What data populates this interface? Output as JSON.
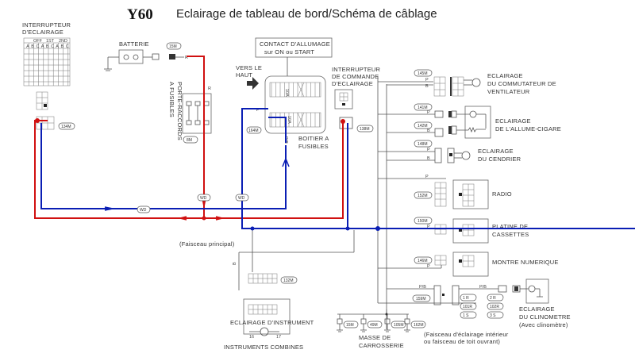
{
  "header": {
    "model": "Y60",
    "title": "Eclairage de tableau de bord/Schéma de câblage"
  },
  "components": {
    "light_switch": {
      "label_line1": "INTERRUPTEUR",
      "label_line2": "D'ECLAIRAGE",
      "connector": "134M",
      "table_headers": [
        "OFF",
        "1ST",
        "2ND"
      ],
      "table_subheaders": [
        "A",
        "B",
        "C",
        "A",
        "B",
        "C",
        "A",
        "B",
        "C"
      ]
    },
    "battery": {
      "label": "BATTERIE",
      "connector": "15M",
      "wire": "R"
    },
    "fuse_block_link": {
      "label_line1": "PORTE-RACCORDS",
      "label_line2": "A FUSIBLES",
      "connector": "8M",
      "wire": "R"
    },
    "ignition": {
      "label_line1": "CONTACT D'ALLUMAGE",
      "label_line2": "sur ON ou START"
    },
    "up_arrow_note": {
      "line1": "VERS LE",
      "line2": "HAUT"
    },
    "fuse_box": {
      "label_line1": "BOITIER A",
      "label_line2": "FUSIBLES",
      "fuse_upper": "10A",
      "fuse_lower": "10A",
      "connector": "164M",
      "wire_in": "P",
      "wire_out": "P/B"
    },
    "dimmer_switch": {
      "label_line1": "INTERRUPTEUR",
      "label_line2": "DE COMMANDE",
      "label_line3": "D'ECLAIRAGE",
      "connector": "138M"
    },
    "fan_switch": {
      "label_line1": "ECLAIRAGE",
      "label_line2": "DU COMMUTATEUR DE",
      "label_line3": "VENTILATEUR",
      "connector": "145M"
    },
    "cigar_lighter": {
      "label_line1": "ECLAIRAGE",
      "label_line2": "DE L'ALLUME-CIGARE",
      "connector_a": "141M",
      "connector_b": "142M"
    },
    "ashtray": {
      "label_line1": "ECLAIRAGE",
      "label_line2": "DU CENDRIER",
      "connector": "148M"
    },
    "radio": {
      "label": "RADIO",
      "connector": "152M"
    },
    "cassette": {
      "label_line1": "PLATINE DE",
      "label_line2": "CASSETTES",
      "connector": "150M"
    },
    "clock": {
      "label": "MONTRE NUMERIQUE",
      "connector": "146M"
    },
    "inclinometer": {
      "label_line1": "ECLAIRAGE",
      "label_line2": "DU CLINOMETRE",
      "label_line3": "(Avec clinomètre)",
      "connector": "159M",
      "wire": "P/B",
      "pins_left": [
        "1 R",
        "101R",
        "1 S"
      ],
      "pins_right": [
        "2 R",
        "102R",
        "3 S"
      ]
    },
    "instrument": {
      "label": "ECLAIRAGE D'INSTRUMENT",
      "cluster": "INSTRUMENTS COMBINES",
      "connector": "132M",
      "pin_left": "16",
      "pin_right": "17"
    },
    "ground": {
      "label_line1": "MASSE DE",
      "label_line2": "CARROSSERIE",
      "connectors": [
        "15M",
        "49M",
        "105M",
        "162M"
      ]
    },
    "harness_main": "(Faisceau principal)",
    "harness_interior_line1": "(Faisceau d'éclairage intérieur",
    "harness_interior_line2": "ou faisceau de toit ouvrant)",
    "junction_label": "WD",
    "wire_codes": {
      "p": "P",
      "b": "B",
      "pb": "P/B",
      "r": "R"
    }
  },
  "colors": {
    "power_wire": "#d01010",
    "lighting_wire": "#0a1eb4",
    "line": "#555555"
  }
}
